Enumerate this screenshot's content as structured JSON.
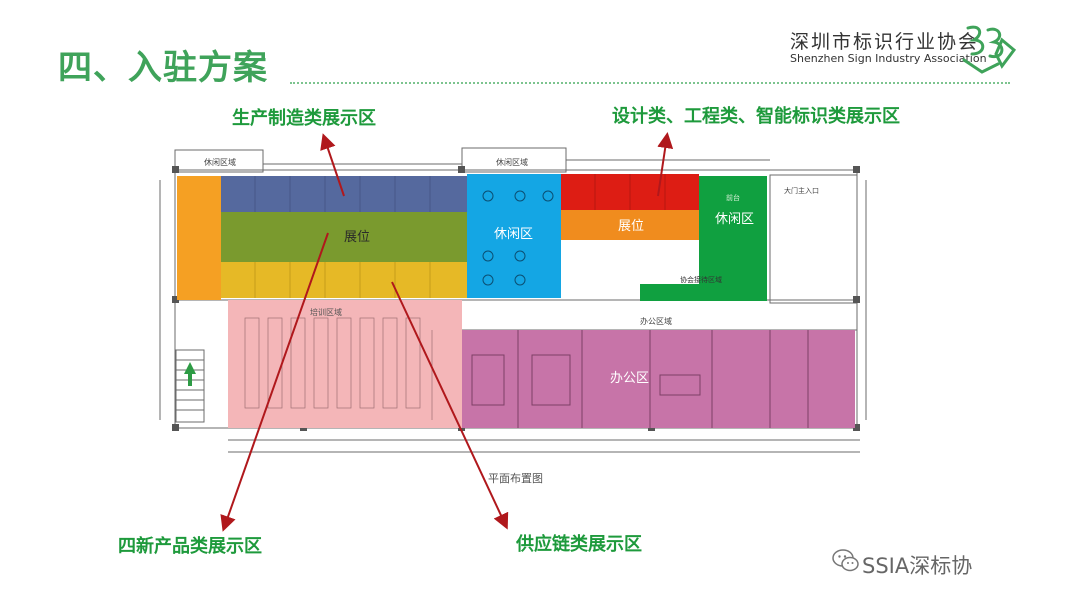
{
  "header": {
    "title": "四、入驻方案",
    "org_name_cn": "深圳市标识行业协会",
    "org_name_en": "Shenzhen Sign Industry Association"
  },
  "callouts": {
    "manufacturing": "生产制造类展示区",
    "design": "设计类、工程类、智能标识类展示区",
    "new_products": "四新产品类展示区",
    "supply_chain": "供应链类展示区"
  },
  "floor_plan": {
    "caption": "平面布置图",
    "zones": {
      "booth_left": "展位",
      "lounge_blue": "休闲区",
      "booth_right": "展位",
      "lounge_green": "休闲区",
      "office": "办公区"
    },
    "small_labels": {
      "lounge_area_1": "休闲区域",
      "lounge_area_2": "休闲区域",
      "main_entrance": "大门主入口",
      "front_desk": "前台",
      "training_area": "培训区域",
      "office_area": "办公区域",
      "office_reception": "协会接待区域"
    }
  },
  "watermark": "SSIA深标协",
  "colors": {
    "title_green": "#3fa35a",
    "callout_green": "#1e9a3c",
    "arrow_red": "#b0181c",
    "navy": "#55699e",
    "olive": "#7a9a2e",
    "yellow": "#e6b926",
    "orange_left": "#f5a023",
    "blue": "#14a6e4",
    "red": "#dd1d14",
    "orange_booth": "#f08c1e",
    "green": "#10a040",
    "pink": "#f4b6b8",
    "magenta": "#c774a8"
  }
}
